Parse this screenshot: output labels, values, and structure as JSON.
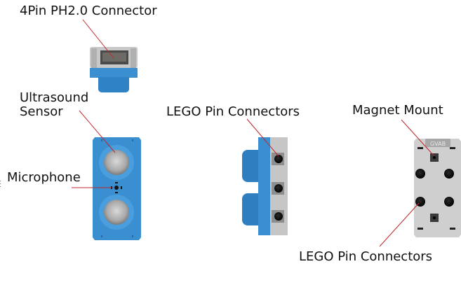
{
  "labels": {
    "connector": "4Pin PH2.0 Connector",
    "ultrasound_line1": "Ultrasound",
    "ultrasound_line2": "Sensor",
    "microphone": "Microphone",
    "lego_pins_side": "LEGO Pin Connectors",
    "magnet_mount": "Magnet Mount",
    "lego_pins_back": "LEGO Pin Connectors"
  },
  "back_silkscreen": "GVAB",
  "colors": {
    "body_blue": "#3a8fd0",
    "body_blue_dark": "#2a74b2",
    "body_blue_light": "#5aa8e0",
    "grey_housing": "#c9c9c9",
    "grey_dark": "#9e9e9e",
    "hole_black": "#141414",
    "leader_line": "#c0272d",
    "text": "#111111"
  }
}
